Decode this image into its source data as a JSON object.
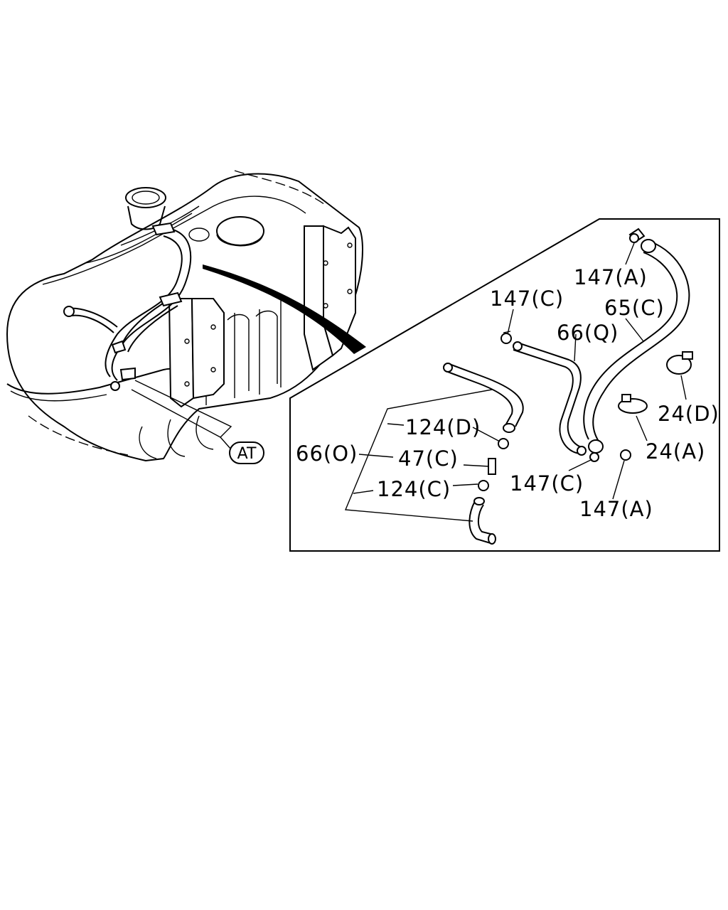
{
  "diagram": {
    "callout_ref": "AT",
    "labels": {
      "l147a_top": "147(A)",
      "l147c_top": "147(C)",
      "l65c": "65(C)",
      "l66q": "66(Q)",
      "l24d": "24(D)",
      "l24a": "24(A)",
      "l124d": "124(D)",
      "l66o": "66(O)",
      "l47c": "47(C)",
      "l124c": "124(C)",
      "l147c_bottom": "147(C)",
      "l147a_bottom": "147(A)"
    }
  }
}
